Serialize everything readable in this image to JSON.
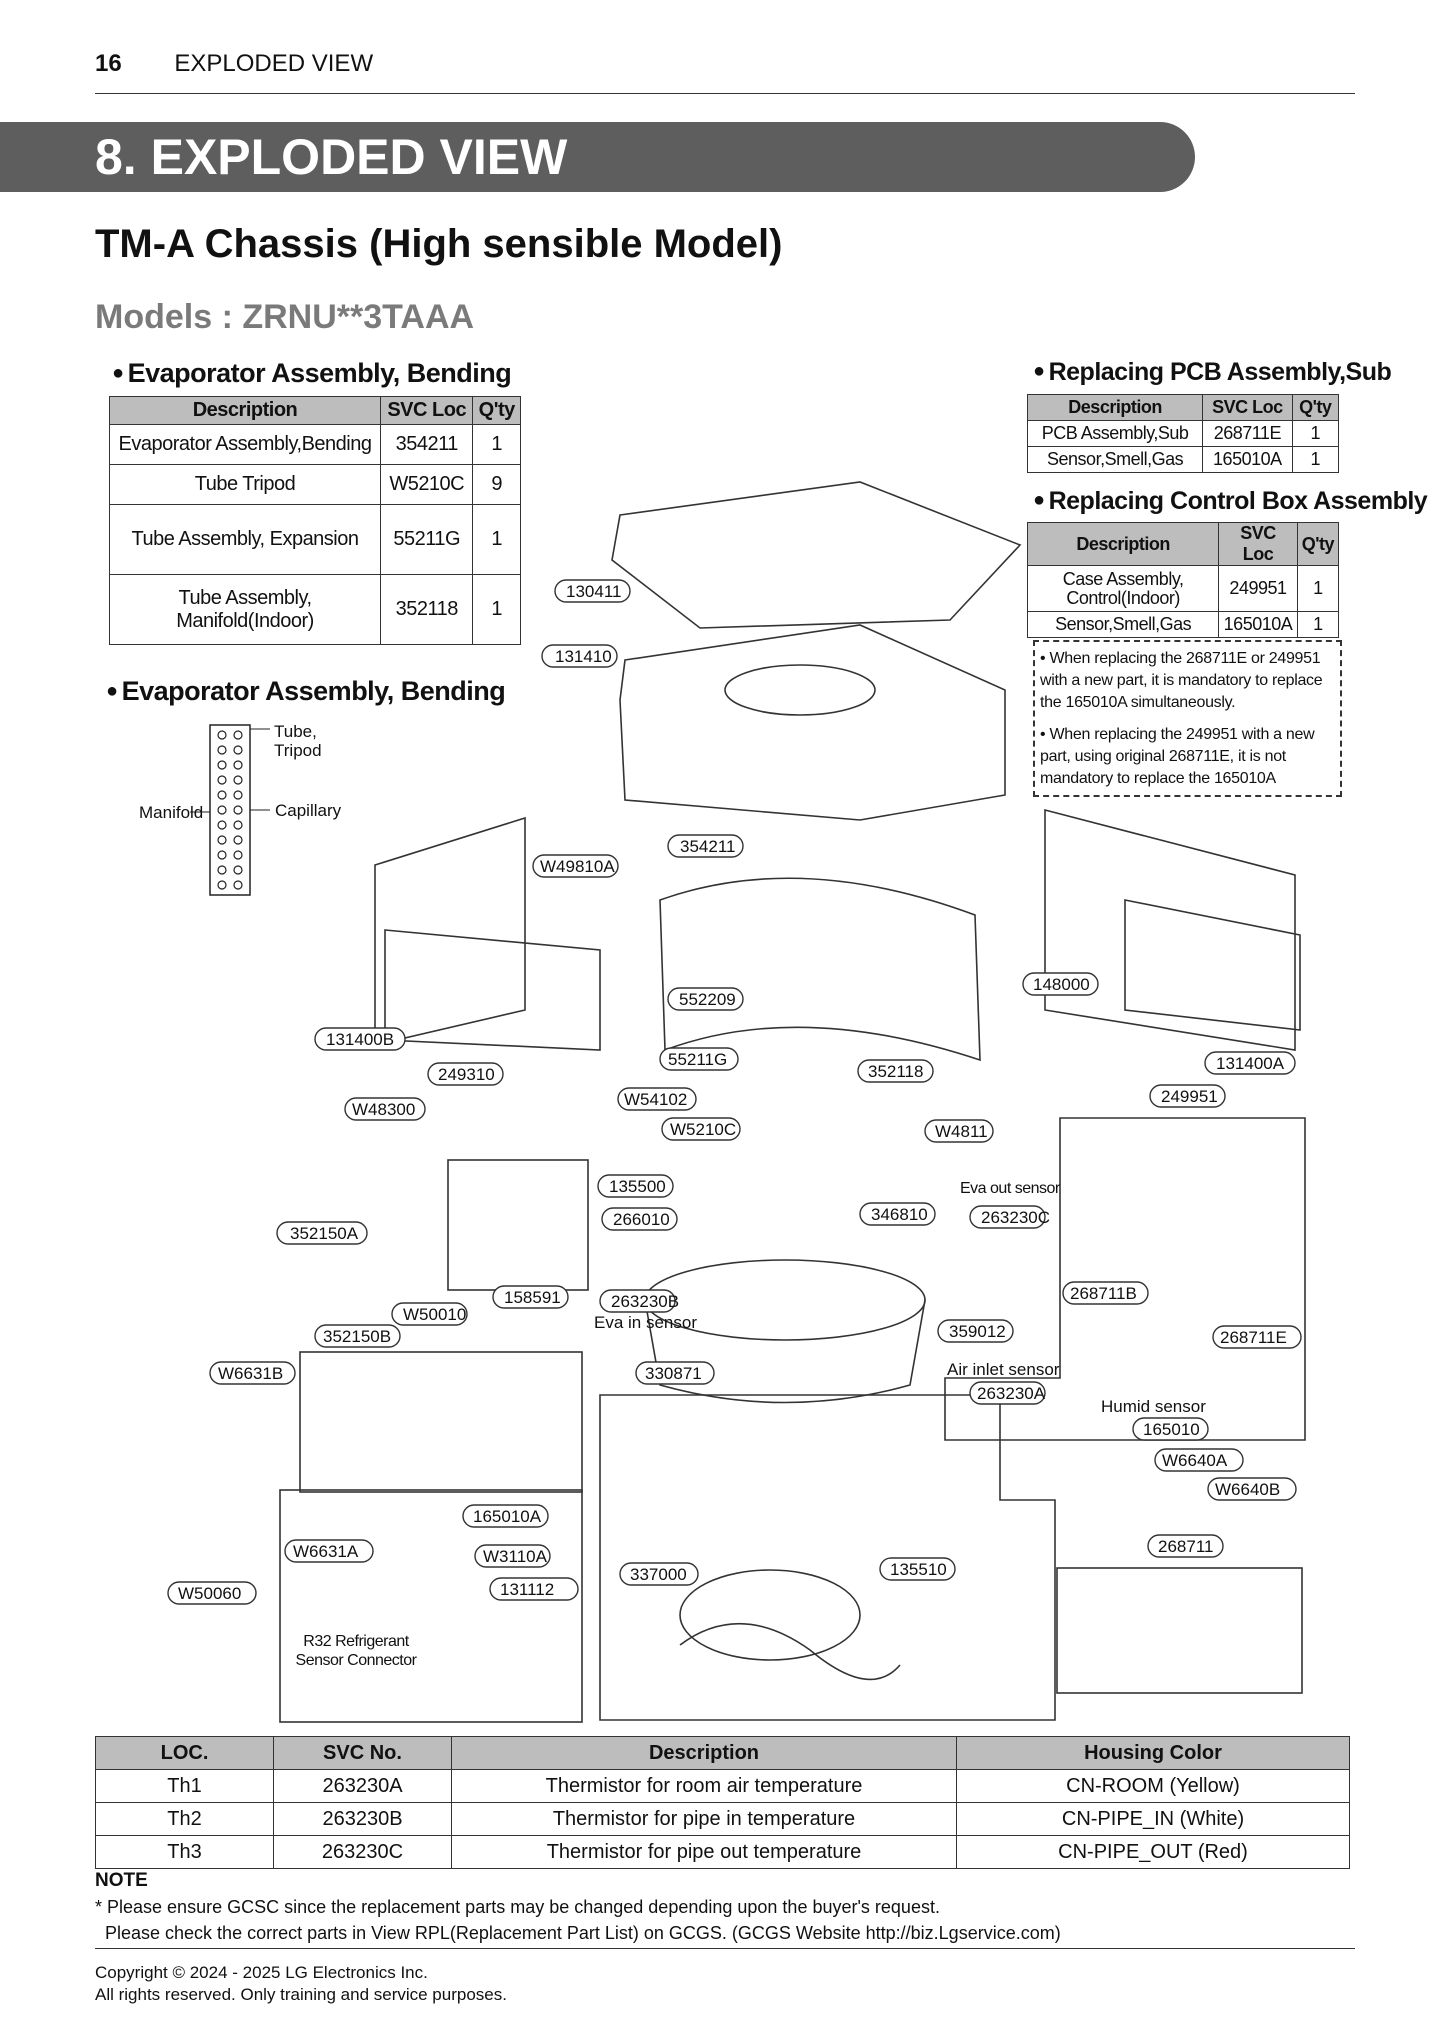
{
  "page_header": {
    "number": "16",
    "title": "EXPLODED VIEW"
  },
  "banner": "8. EXPLODED VIEW",
  "title": "TM-A Chassis (High sensible Model)",
  "models": "Models : ZRNU**3TAAA",
  "evap_table": {
    "heading": "Evaporator Assembly, Bending",
    "headers": [
      "Description",
      "SVC Loc",
      "Q'ty"
    ],
    "rows": [
      [
        "Evaporator Assembly,Bending",
        "354211",
        "1"
      ],
      [
        "Tube Tripod",
        "W5210C",
        "9"
      ],
      [
        "Tube Assembly, Expansion",
        "55211G",
        "1"
      ],
      [
        "Tube Assembly, Manifold(Indoor)",
        "352118",
        "1"
      ]
    ]
  },
  "evap_diagram": {
    "heading": "Evaporator Assembly, Bending",
    "labels": [
      "Tube, Tripod",
      "Manifold",
      "Capillary"
    ]
  },
  "pcb_table": {
    "heading": "Replacing PCB Assembly,Sub",
    "headers": [
      "Description",
      "SVC Loc",
      "Q'ty"
    ],
    "rows": [
      [
        "PCB Assembly,Sub",
        "268711E",
        "1"
      ],
      [
        "Sensor,Smell,Gas",
        "165010A",
        "1"
      ]
    ]
  },
  "control_table": {
    "heading": "Replacing Control Box Assembly",
    "headers": [
      "Description",
      "SVC Loc",
      "Q'ty"
    ],
    "rows": [
      [
        "Case Assembly, Control(Indoor)",
        "249951",
        "1"
      ],
      [
        "Sensor,Smell,Gas",
        "165010A",
        "1"
      ]
    ]
  },
  "replace_notes": [
    "• When replacing the 268711E or 249951 with a new part, it is mandatory to replace the 165010A simultaneously.",
    "• When replacing the 249951 with a new part, using original 268711E, it is not mandatory to replace the 165010A"
  ],
  "part_labels": [
    "130411",
    "131410",
    "354211",
    "W49810A",
    "552209",
    "148000",
    "131400B",
    "131400A",
    "249310",
    "55211G",
    "352118",
    "W48300",
    "W54102",
    "249951",
    "W5210C",
    "W4811",
    "135500",
    "Eva out sensor",
    "352150A",
    "266010",
    "346810",
    "263230C",
    "158591",
    "263230B",
    "Eva in sensor",
    "268711B",
    "W50010",
    "352150B",
    "359012",
    "268711E",
    "W6631B",
    "330871",
    "Air inlet sensor",
    "263230A",
    "Humid sensor",
    "165010",
    "W6640A",
    "W6640B",
    "165010A",
    "268711",
    "W6631A",
    "W3110A",
    "131112",
    "W50060",
    "337000",
    "135510",
    "R32 Refrigerant Sensor Connector"
  ],
  "thermistor_table": {
    "headers": [
      "LOC.",
      "SVC No.",
      "Description",
      "Housing Color"
    ],
    "rows": [
      [
        "Th1",
        "263230A",
        "Thermistor for room air temperature",
        "CN-ROOM (Yellow)"
      ],
      [
        "Th2",
        "263230B",
        "Thermistor for pipe in temperature",
        "CN-PIPE_IN (White)"
      ],
      [
        "Th3",
        "263230C",
        "Thermistor for pipe out temperature",
        "CN-PIPE_OUT (Red)"
      ]
    ]
  },
  "notes": {
    "heading": "NOTE",
    "lines": [
      "* Please ensure GCSC since the replacement parts may be changed depending upon the buyer's request.",
      "Please check the correct parts in View RPL(Replacement Part List) on GCGS. (GCGS Website http://biz.Lgservice.com)"
    ]
  },
  "copyright": [
    "Copyright © 2024 - 2025 LG Electronics Inc.",
    "All rights reserved. Only training and service purposes."
  ]
}
